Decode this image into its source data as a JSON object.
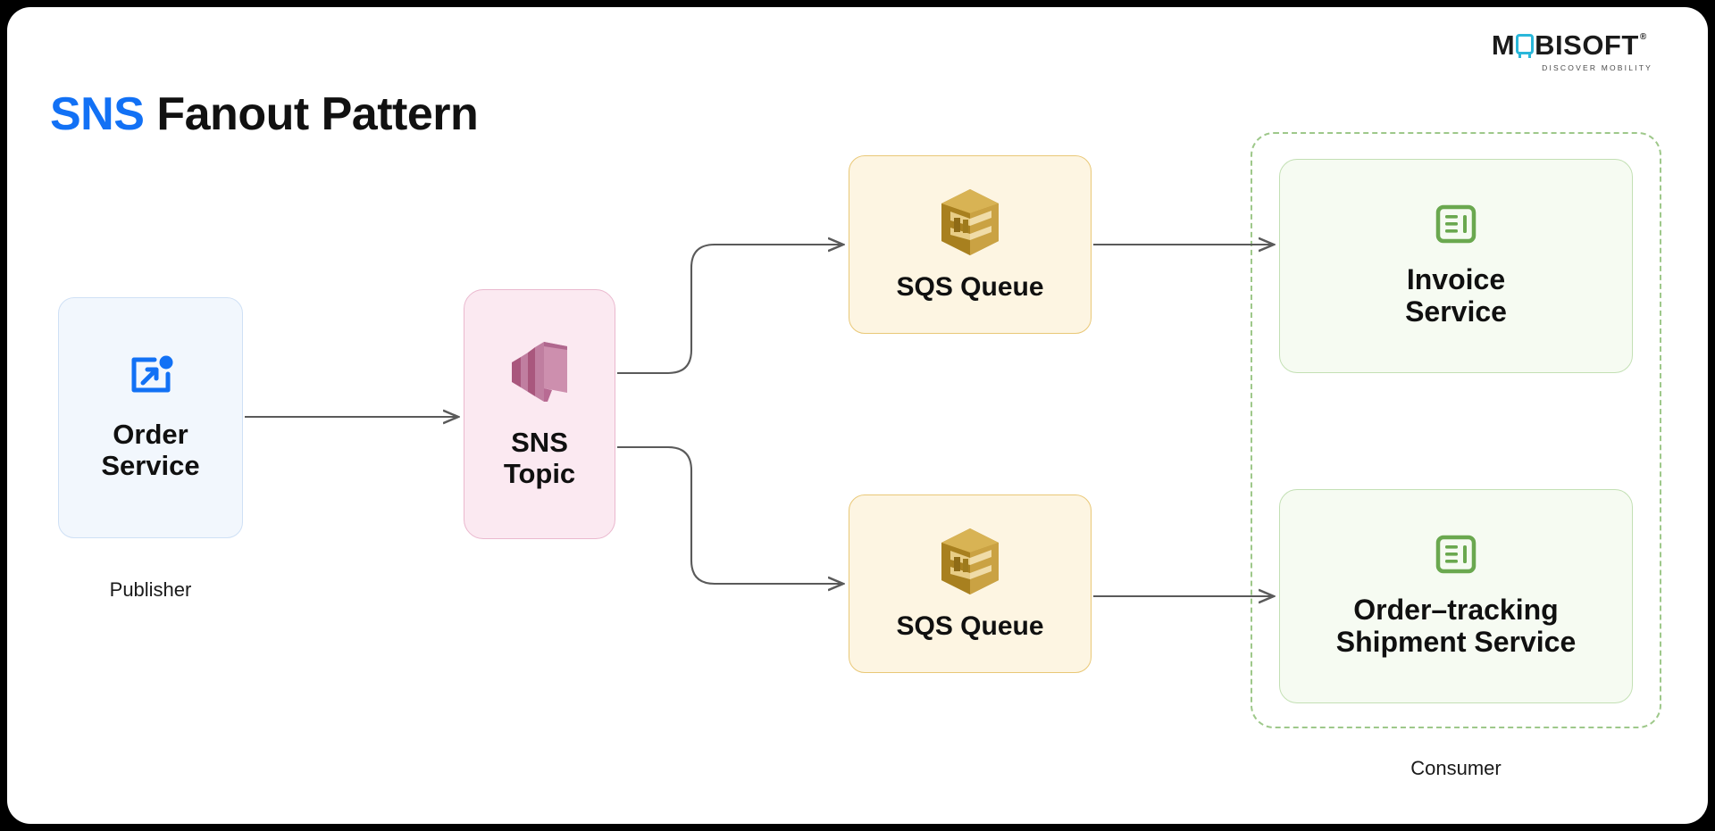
{
  "page": {
    "background": "#000000",
    "canvas_background": "#ffffff"
  },
  "logo": {
    "name": "Mobisoft",
    "word_part1": "M",
    "word_part2": "BISOFT",
    "registered_mark": "®",
    "tagline": "DISCOVER MOBILITY",
    "accent_color": "#2ab7da",
    "device_icon": "tablet-device-icon"
  },
  "title": {
    "accent_text": "SNS",
    "rest_text": " Fanout Pattern",
    "accent_color": "#1271f5",
    "text_color": "#111111"
  },
  "diagram": {
    "type": "architecture-flow",
    "nodes": [
      {
        "id": "order-service",
        "label": "Order\nService",
        "icon": "image-export-icon",
        "icon_color": "#1271f5",
        "fill": "#f2f7fd",
        "border": "#cfe0f5",
        "caption": "Publisher"
      },
      {
        "id": "sns-topic",
        "label": "SNS\nTopic",
        "icon": "aws-sns-icon",
        "icon_color": "#c77fa4",
        "fill": "#fbe9f1",
        "border": "#eab8ce"
      },
      {
        "id": "sqs-queue-top",
        "label": "SQS Queue",
        "icon": "aws-sqs-icon",
        "icon_color": "#c8a02e",
        "fill": "#fdf5e2",
        "border": "#e9c877"
      },
      {
        "id": "sqs-queue-bottom",
        "label": "SQS Queue",
        "icon": "aws-sqs-icon",
        "icon_color": "#c8a02e",
        "fill": "#fdf5e2",
        "border": "#e9c877"
      },
      {
        "id": "invoice-service",
        "label": "Invoice\nService",
        "icon": "document-list-icon",
        "icon_color": "#6aa84f",
        "fill": "#f6fbf2",
        "border": "#c3e0b4"
      },
      {
        "id": "order-tracking-shipment-service",
        "label": "Order–tracking\nShipment Service",
        "icon": "document-list-icon",
        "icon_color": "#6aa84f",
        "fill": "#f6fbf2",
        "border": "#c3e0b4"
      }
    ],
    "groups": [
      {
        "id": "consumer-group",
        "caption": "Consumer",
        "border": "#9ec88a",
        "style": "dashed"
      }
    ],
    "edges": [
      {
        "from": "order-service",
        "to": "sns-topic"
      },
      {
        "from": "sns-topic",
        "to": "sqs-queue-top"
      },
      {
        "from": "sns-topic",
        "to": "sqs-queue-bottom"
      },
      {
        "from": "sqs-queue-top",
        "to": "invoice-service"
      },
      {
        "from": "sqs-queue-bottom",
        "to": "order-tracking-shipment-service"
      }
    ],
    "edge_color": "#5a5a5a"
  }
}
